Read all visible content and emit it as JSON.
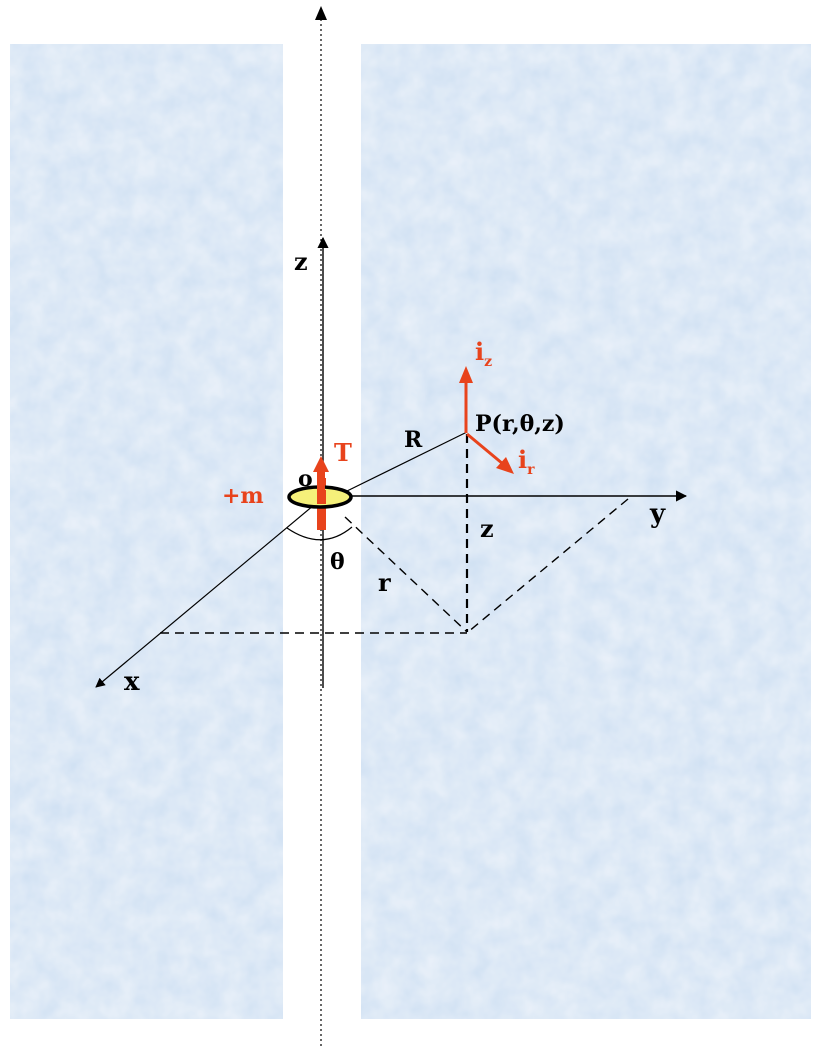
{
  "diagram": {
    "labels": {
      "z_axis": "z",
      "y_axis": "y",
      "x_axis": "x",
      "origin": "o",
      "tension": "T",
      "mass": "+m",
      "theta": "θ",
      "r": "r",
      "R": "R",
      "z_height": "z",
      "point": "P(r,θ,z)",
      "iz_main": "i",
      "iz_sub": "z",
      "ir_main": "i",
      "ir_sub": "r"
    },
    "colors": {
      "formation": "#cfe0f3",
      "wellbore": "#ffffff",
      "lines": "#000000",
      "red": "#e8431c",
      "source_fill": "#f5f07a"
    }
  }
}
